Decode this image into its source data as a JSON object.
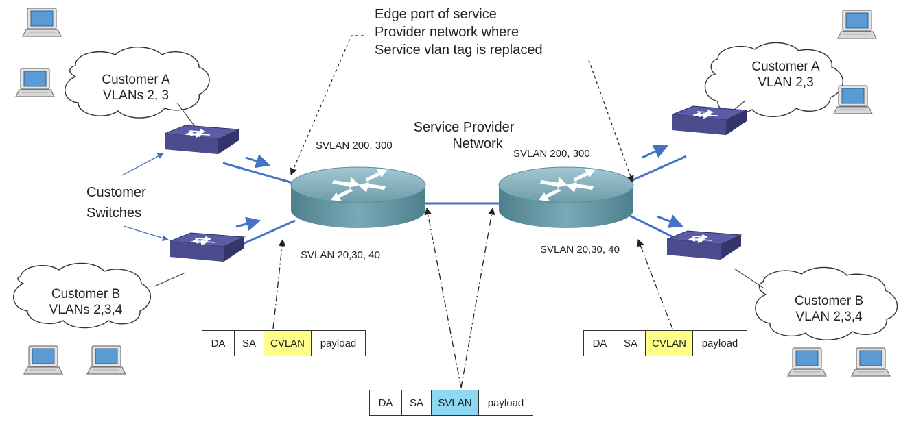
{
  "annotation": {
    "lines": [
      "Edge port of service",
      "Provider network where",
      "Service vlan tag is replaced"
    ]
  },
  "network": {
    "provider_label": [
      "Service Provider",
      "Network"
    ]
  },
  "left": {
    "router_svlan_top": "SVLAN 200, 300",
    "router_svlan_bottom": "SVLAN 20,30, 40",
    "customer_switches_label": [
      "Customer",
      "Switches"
    ],
    "customer_a": [
      "Customer A",
      "VLANs 2, 3"
    ],
    "customer_b": [
      "Customer B",
      "VLANs 2,3,4"
    ]
  },
  "right": {
    "router_svlan_top": "SVLAN 200, 300",
    "router_svlan_bottom": "SVLAN 20,30, 40",
    "customer_a": [
      "Customer A",
      "VLAN 2,3"
    ],
    "customer_b": [
      "Customer B",
      "VLAN 2,3,4"
    ]
  },
  "frames": {
    "left": [
      "DA",
      "SA",
      "CVLAN",
      "payload"
    ],
    "right": [
      "DA",
      "SA",
      "CVLAN",
      "payload"
    ],
    "middle": [
      "DA",
      "SA",
      "SVLAN",
      "payload"
    ]
  },
  "colors": {
    "cvlan": "#ffff88",
    "svlan": "#8fd8f2",
    "link": "#4472c4",
    "router": "#5b8a98",
    "switch": "#4d4f8c"
  },
  "icons": [
    "laptop-icon",
    "cloud-icon",
    "switch-icon",
    "router-icon"
  ]
}
